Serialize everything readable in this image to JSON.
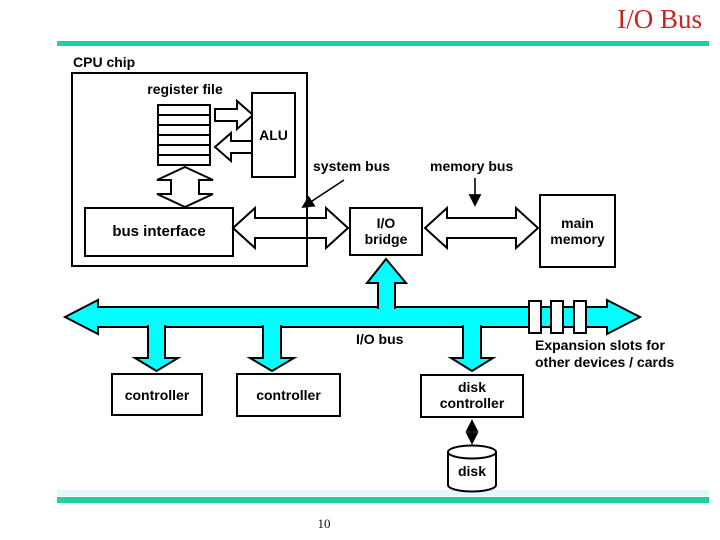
{
  "slide": {
    "title": "I/O Bus",
    "page_number": "10"
  },
  "colors": {
    "accent": "#1fd0a1",
    "pale": "#e4f6fc",
    "bus": "#00ffff",
    "title_red": "#cc2222"
  },
  "labels": {
    "cpu_chip": "CPU chip",
    "register_file": "register file",
    "alu": "ALU",
    "bus_interface": "bus interface",
    "system_bus": "system bus",
    "memory_bus": "memory bus",
    "io_bridge_line1": "I/O",
    "io_bridge_line2": "bridge",
    "main_memory_line1": "main",
    "main_memory_line2": "memory",
    "io_bus": "I/O bus",
    "expansion_line1": "Expansion slots for",
    "expansion_line2": "other devices / cards",
    "controller_1": "controller",
    "controller_2": "controller",
    "disk_controller_line1": "disk",
    "disk_controller_line2": "controller",
    "disk": "disk"
  }
}
